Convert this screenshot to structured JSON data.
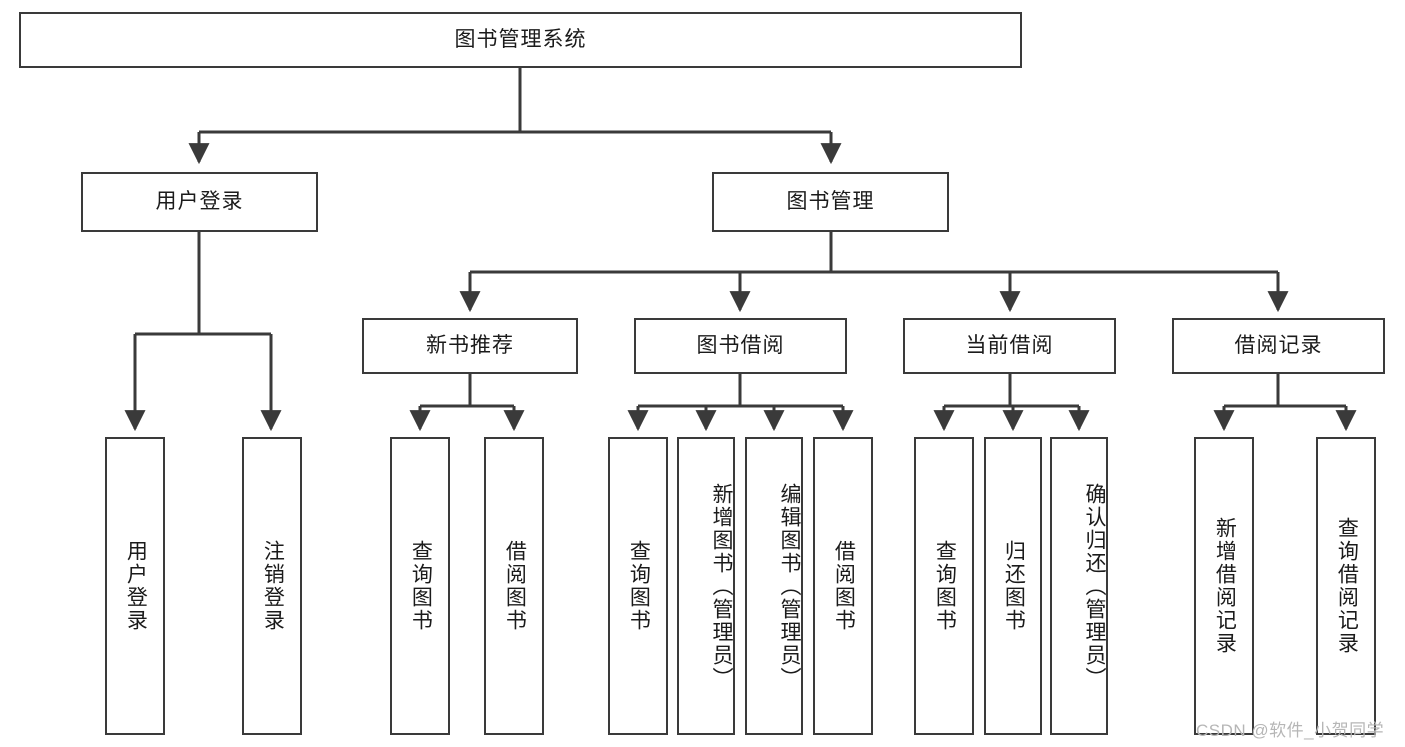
{
  "diagram": {
    "title": "图书管理系统",
    "type": "tree",
    "root": {
      "label": "图书管理系统"
    },
    "level2": [
      {
        "label": "用户登录"
      },
      {
        "label": "图书管理"
      }
    ],
    "level3": [
      {
        "label": "新书推荐",
        "parent": "图书管理"
      },
      {
        "label": "图书借阅",
        "parent": "图书管理"
      },
      {
        "label": "当前借阅",
        "parent": "图书管理"
      },
      {
        "label": "借阅记录",
        "parent": "图书管理"
      }
    ],
    "leaves": [
      {
        "label": "用户登录",
        "parent": "用户登录"
      },
      {
        "label": "注销登录",
        "parent": "用户登录"
      },
      {
        "label": "查询图书",
        "parent": "新书推荐"
      },
      {
        "label": "借阅图书",
        "parent": "新书推荐"
      },
      {
        "label": "查询图书",
        "parent": "图书借阅"
      },
      {
        "label": "新增图书（管理员）",
        "parent": "图书借阅"
      },
      {
        "label": "编辑图书（管理员）",
        "parent": "图书借阅"
      },
      {
        "label": "借阅图书",
        "parent": "图书借阅"
      },
      {
        "label": "查询图书",
        "parent": "当前借阅"
      },
      {
        "label": "归还图书",
        "parent": "当前借阅"
      },
      {
        "label": "确认归还（管理员）",
        "parent": "当前借阅"
      },
      {
        "label": "新增借阅记录",
        "parent": "借阅记录"
      },
      {
        "label": "查询借阅记录",
        "parent": "借阅记录"
      }
    ]
  },
  "watermark": {
    "text": "CSDN @软件_小贺同学"
  },
  "colors": {
    "stroke": "#3a3a3a",
    "background": "#ffffff",
    "text": "#1b1b1b",
    "watermark": "#b6b6b6"
  }
}
